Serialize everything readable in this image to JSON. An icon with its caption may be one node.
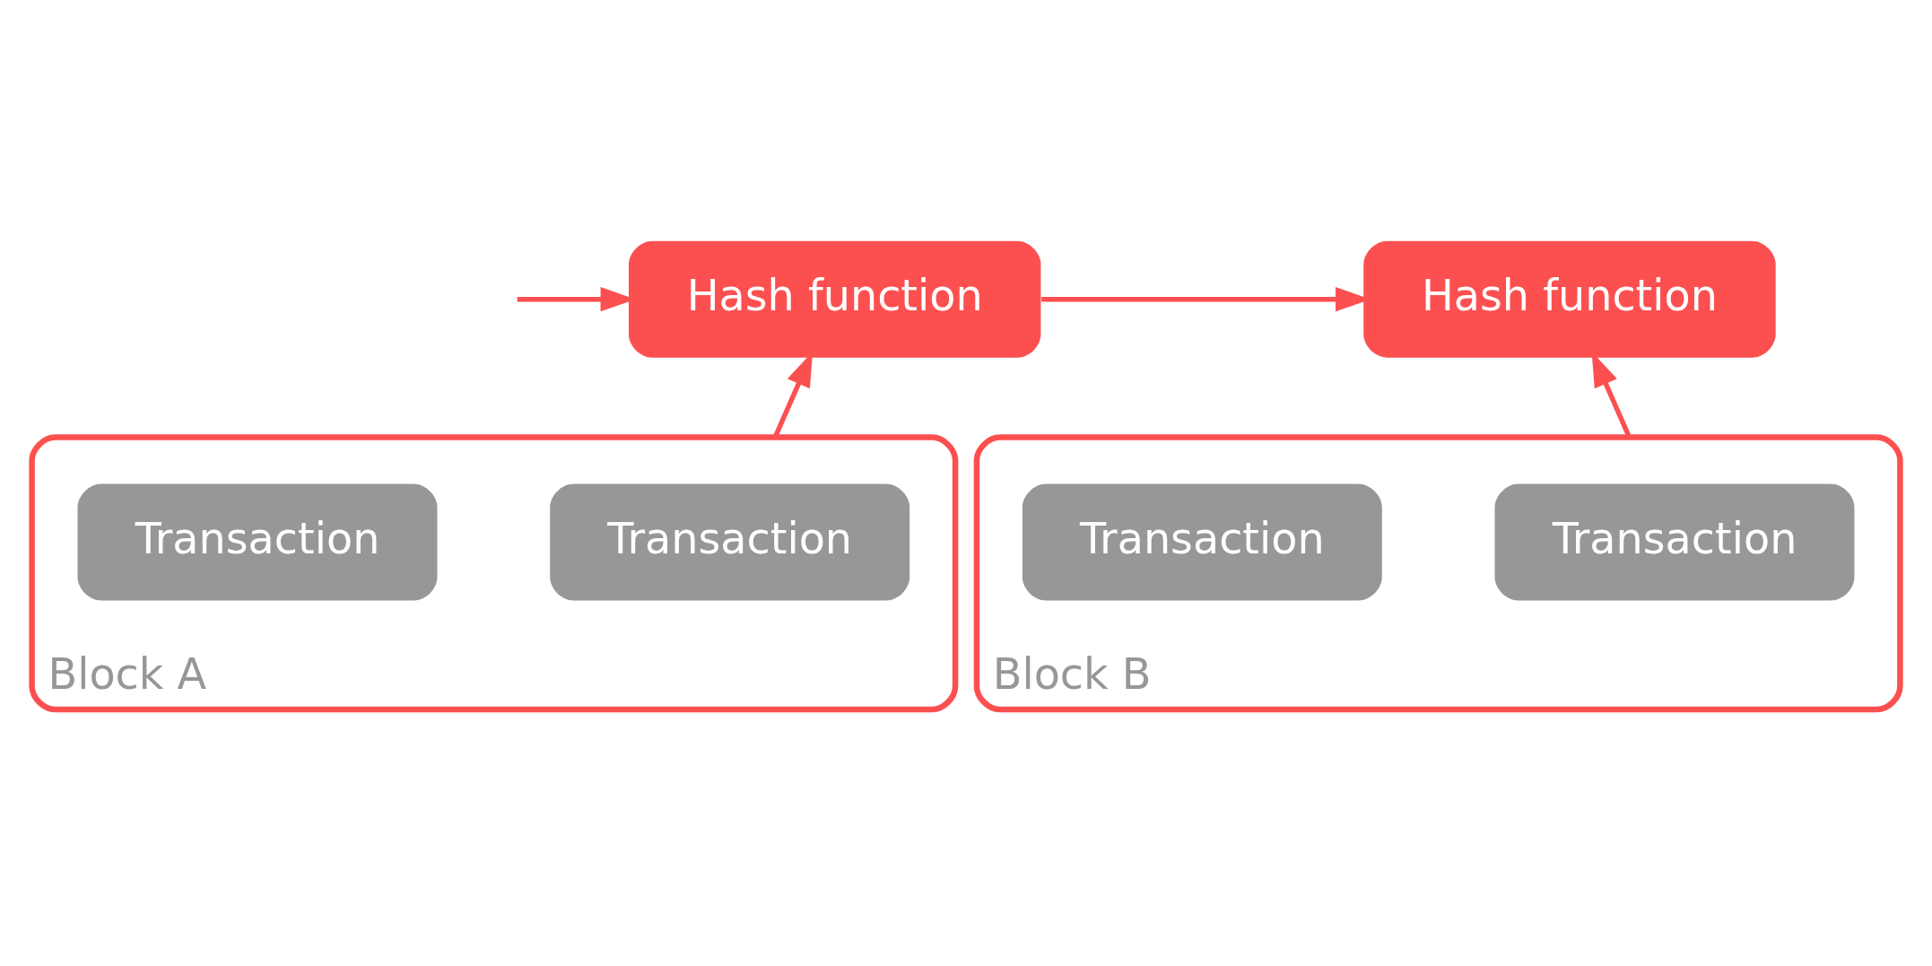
{
  "diagram": {
    "nodes": [
      {
        "text": [
          "Hash function"
        ]
      },
      {
        "text": [
          "Hash function"
        ]
      },
      {
        "text": [
          "Block A"
        ]
      },
      {
        "text": [
          "Transaction"
        ],
        "in": 2
      },
      {
        "text": [
          "Transaction"
        ],
        "in": 2
      },
      {
        "text": [
          "Block B"
        ]
      },
      {
        "text": [
          "Transaction"
        ],
        "in": 5
      },
      {
        "text": [
          "Transaction"
        ],
        "in": 5
      }
    ],
    "edges": [
      {
        "from": null,
        "to": 0,
        "arrow": "to"
      },
      {
        "from": 2,
        "to": 0,
        "arrow": "to"
      },
      {
        "from": 0,
        "to": 1,
        "arrow": "to"
      },
      {
        "from": 5,
        "to": 1,
        "arrow": "to"
      }
    ]
  }
}
